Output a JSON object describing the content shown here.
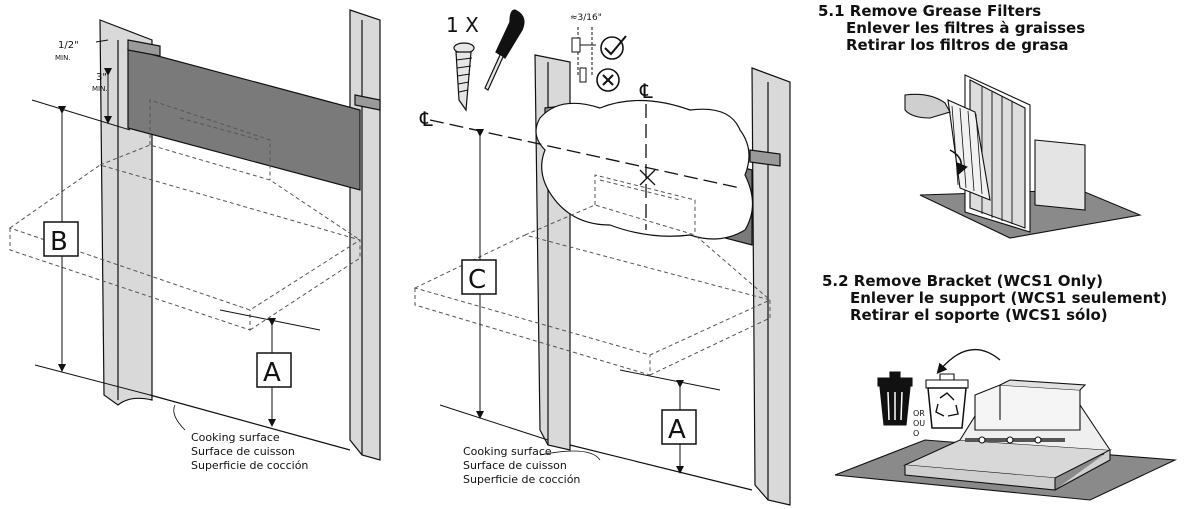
{
  "left": {
    "dim_half": "1/2\"",
    "dim_half_sub": "MIN.",
    "dim_three": "3\"",
    "dim_three_sub": "MIN.",
    "label_b": "B",
    "label_a": "A",
    "cooking": [
      "Cooking surface",
      "Surface de cuisson",
      "Superficie de cocción"
    ]
  },
  "middle": {
    "qty": "1 X",
    "gap": "≈3/16\"",
    "centerline": "℄",
    "label_c": "C",
    "label_a": "A",
    "cooking": [
      "Cooking surface",
      "Surface de cuisson",
      "Superficie de cocción"
    ]
  },
  "step1": {
    "title": "5.1 Remove Grease Filters",
    "fr": "Enlever les filtres à graisses",
    "es": "Retirar los filtros de grasa"
  },
  "step2": {
    "title": "5.2 Remove Bracket (WCS1 Only)",
    "fr": "Enlever le support (WCS1 seulement)",
    "es": "Retirar el soporte (WCS1 sólo)",
    "or": [
      "OR",
      "OU",
      "O"
    ]
  }
}
